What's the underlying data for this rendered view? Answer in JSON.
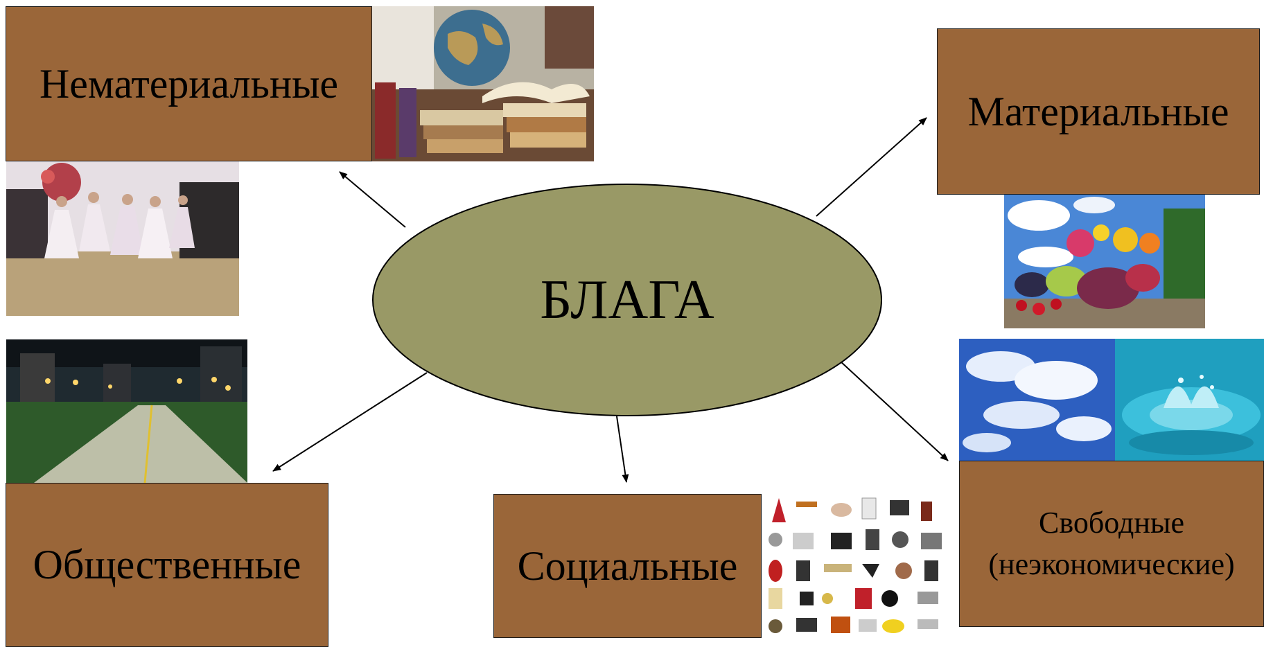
{
  "center": {
    "label": "БЛАГА",
    "fill": "#999966"
  },
  "categories": {
    "intangible": "Нематериальные",
    "material": "Материальные",
    "public": "Общественные",
    "social": "Социальные",
    "free_line1": "Свободные",
    "free_line2": "(неэкономические)"
  },
  "colors": {
    "box_fill": "#9a6639",
    "box_border": "#1a1a1a",
    "arrow": "#000000"
  },
  "photos": [
    "books-globe-photo",
    "ballet-photo",
    "fruit-flowers-photo",
    "night-road-photo",
    "goods-collage-photo",
    "sky-clouds-photo",
    "water-splash-photo"
  ]
}
